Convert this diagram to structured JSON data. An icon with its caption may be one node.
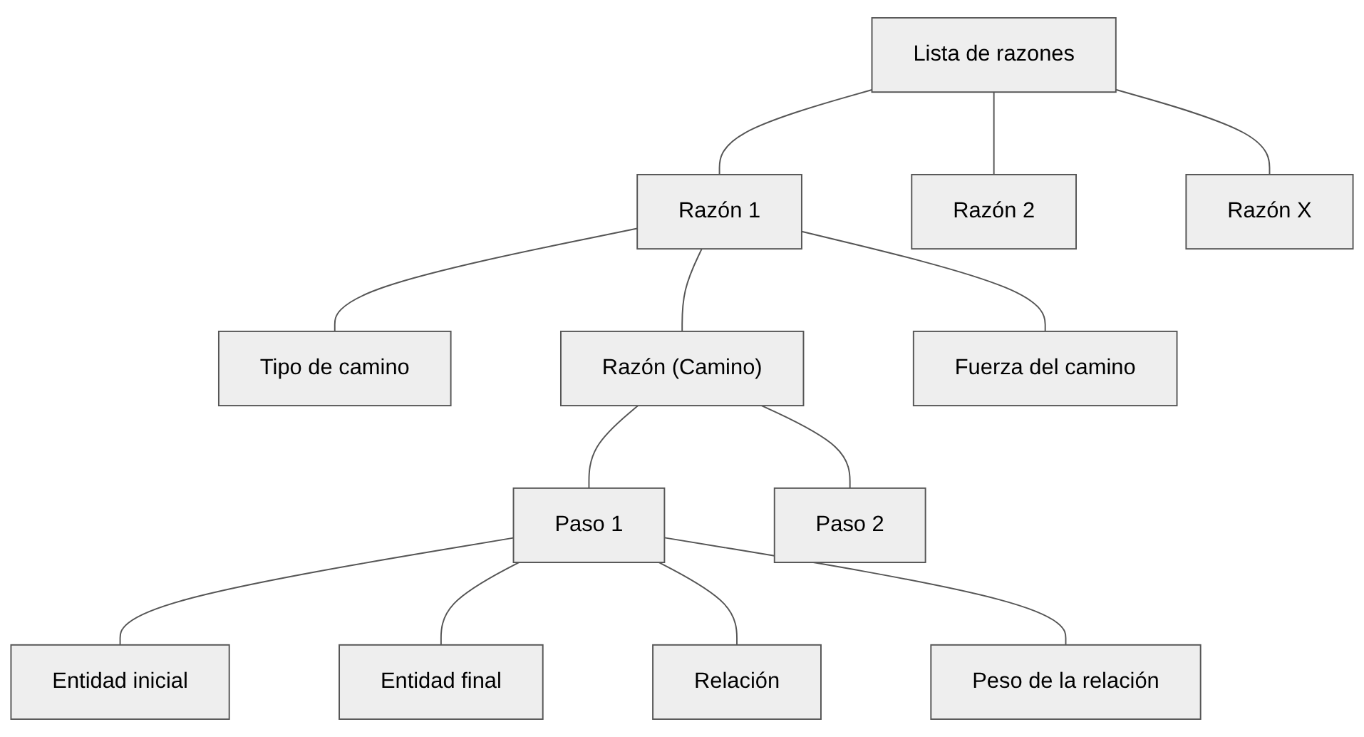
{
  "diagram": {
    "nodes": [
      {
        "text": [
          "Lista de razones"
        ]
      },
      {
        "text": [
          "Razón 1"
        ]
      },
      {
        "text": [
          "Razón 2"
        ]
      },
      {
        "text": [
          "Razón X"
        ]
      },
      {
        "text": [
          "Tipo de camino"
        ]
      },
      {
        "text": [
          "Razón (Camino)"
        ]
      },
      {
        "text": [
          "Fuerza del camino"
        ]
      },
      {
        "text": [
          "Paso 1"
        ]
      },
      {
        "text": [
          "Paso 2"
        ]
      },
      {
        "text": [
          "Entidad inicial"
        ]
      },
      {
        "text": [
          "Entidad final"
        ]
      },
      {
        "text": [
          "Relación"
        ]
      },
      {
        "text": [
          "Peso de la relación"
        ]
      }
    ],
    "edges": [
      {
        "from": 0,
        "to": 1,
        "arrow": "none"
      },
      {
        "from": 0,
        "to": 2,
        "arrow": "none"
      },
      {
        "from": 0,
        "to": 3,
        "arrow": "none"
      },
      {
        "from": 1,
        "to": 4,
        "arrow": "none"
      },
      {
        "from": 1,
        "to": 5,
        "arrow": "none"
      },
      {
        "from": 1,
        "to": 6,
        "arrow": "none"
      },
      {
        "from": 5,
        "to": 7,
        "arrow": "none"
      },
      {
        "from": 5,
        "to": 8,
        "arrow": "none"
      },
      {
        "from": 7,
        "to": 9,
        "arrow": "none"
      },
      {
        "from": 7,
        "to": 10,
        "arrow": "none"
      },
      {
        "from": 7,
        "to": 11,
        "arrow": "none"
      },
      {
        "from": 7,
        "to": 12,
        "arrow": "none"
      }
    ]
  }
}
